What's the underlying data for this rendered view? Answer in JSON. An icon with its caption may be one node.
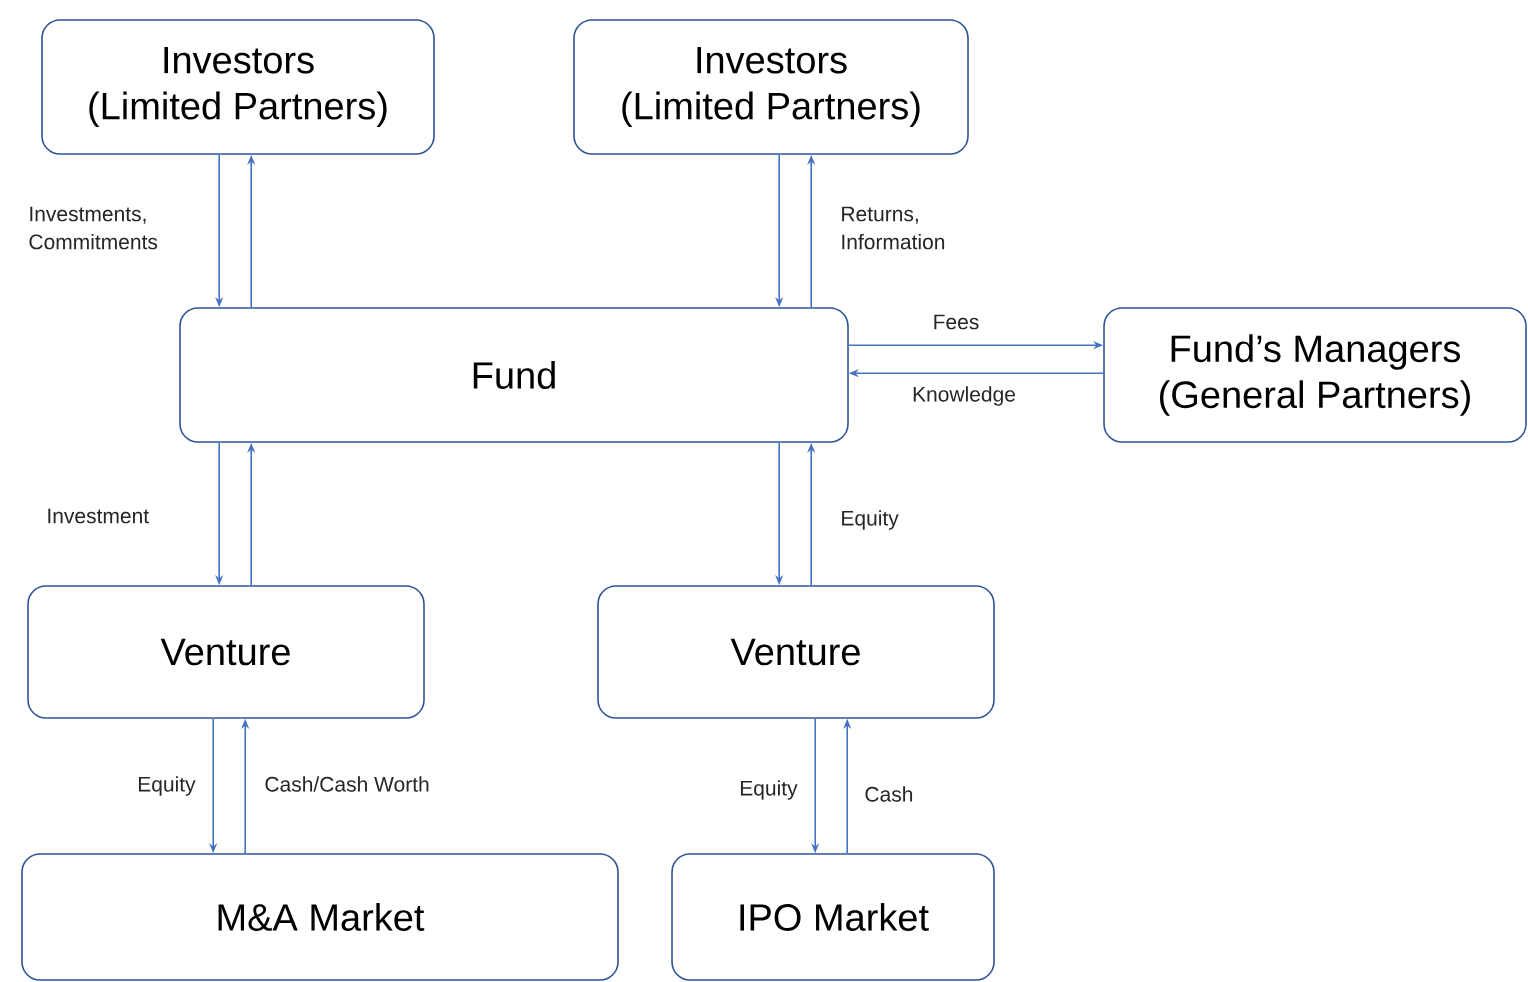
{
  "diagram": {
    "nodes": [
      {
        "text": [
          "Investors (Limited Partners)"
        ]
      },
      {
        "text": [
          "Investors (Limited Partners)"
        ]
      },
      {
        "text": [
          "Fund"
        ]
      },
      {
        "text": [
          "Fund’s Managers (General Partners)"
        ]
      },
      {
        "text": [
          "Venture"
        ]
      },
      {
        "text": [
          "Venture"
        ]
      },
      {
        "text": [
          "M&A Market"
        ]
      },
      {
        "text": [
          "IPO Market"
        ]
      }
    ],
    "edges": [
      {
        "from": 0,
        "to": 2,
        "arrow": "to",
        "label": "Investments, Commitments"
      },
      {
        "from": 2,
        "to": 0,
        "arrow": "to"
      },
      {
        "from": 1,
        "to": 2,
        "arrow": "to"
      },
      {
        "from": 2,
        "to": 1,
        "arrow": "to",
        "label": "Returns, Information"
      },
      {
        "from": 2,
        "to": 3,
        "arrow": "to",
        "label": "Fees"
      },
      {
        "from": 3,
        "to": 2,
        "arrow": "to",
        "label": "Knowledge"
      },
      {
        "from": 2,
        "to": 4,
        "arrow": "to",
        "label": "Investment"
      },
      {
        "from": 4,
        "to": 2,
        "arrow": "to"
      },
      {
        "from": 2,
        "to": 5,
        "arrow": "to"
      },
      {
        "from": 5,
        "to": 2,
        "arrow": "to",
        "label": "Equity"
      },
      {
        "from": 4,
        "to": 6,
        "arrow": "to",
        "label": "Equity"
      },
      {
        "from": 6,
        "to": 4,
        "arrow": "to",
        "label": "Cash/Cash Worth"
      },
      {
        "from": 5,
        "to": 7,
        "arrow": "to",
        "label": "Equity"
      },
      {
        "from": 7,
        "to": 5,
        "arrow": "to",
        "label": "Cash"
      }
    ]
  }
}
